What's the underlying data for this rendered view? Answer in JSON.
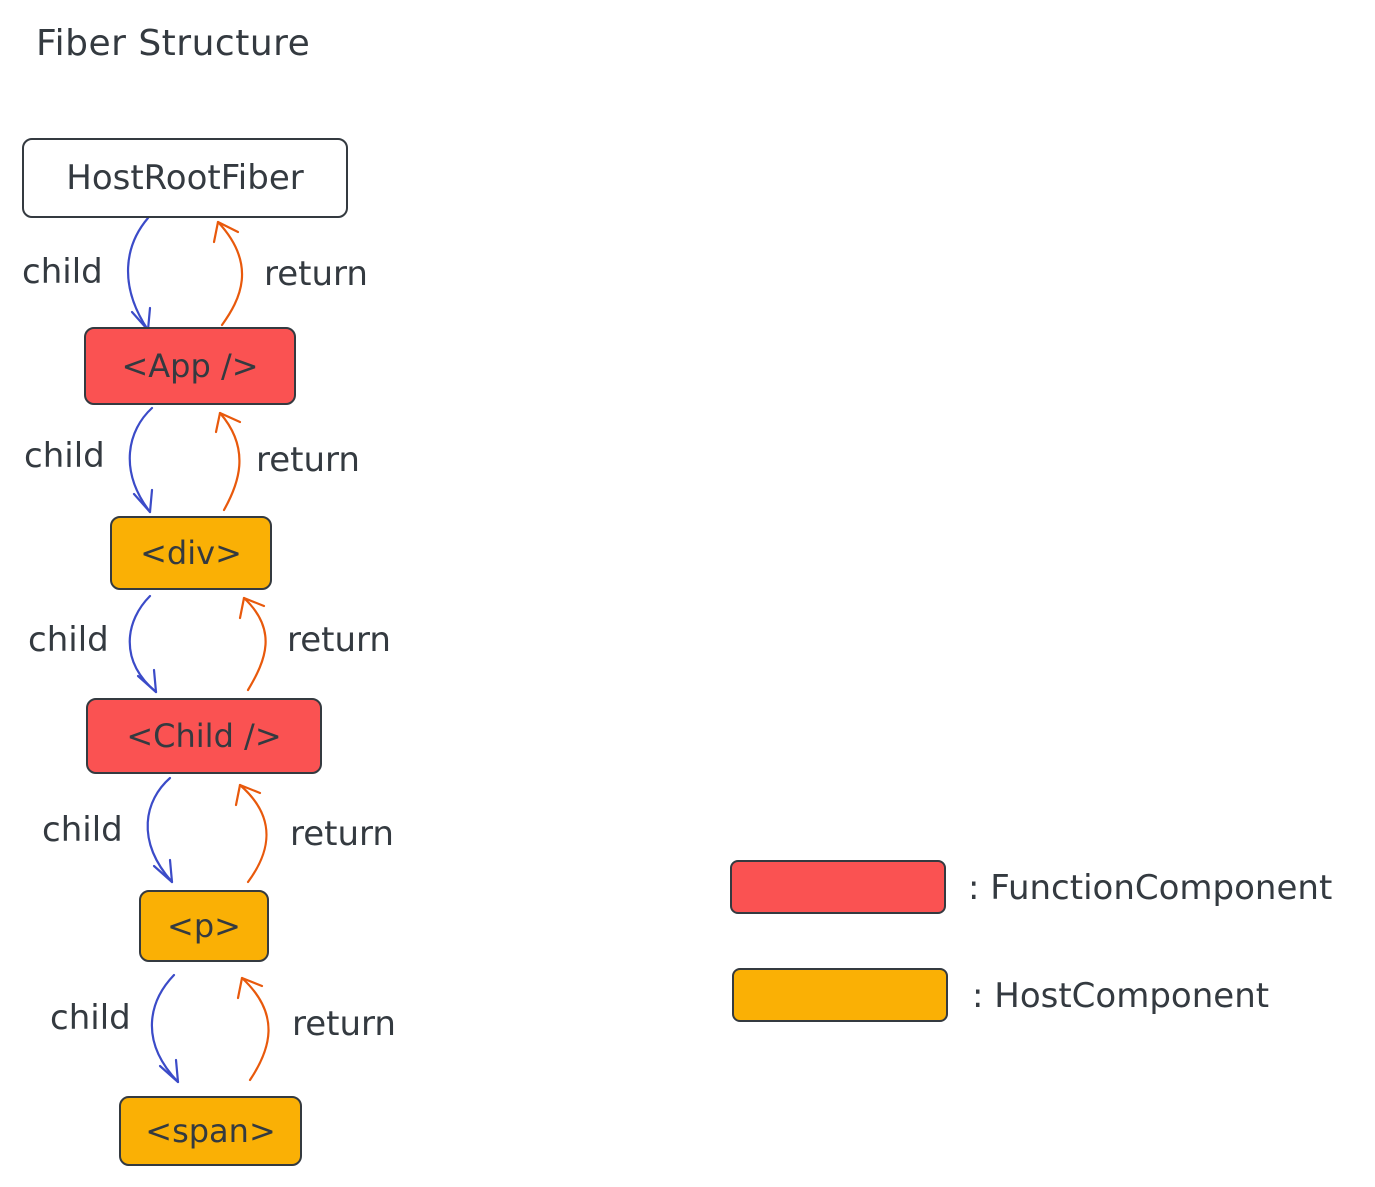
{
  "title": "Fiber Structure",
  "colors": {
    "function_component": "#fa5252",
    "host_component": "#fab005",
    "child_arrow": "#3b4bc8",
    "return_arrow": "#e8590c",
    "stroke": "#343a40"
  },
  "nodes": [
    {
      "label": "HostRootFiber",
      "kind": "root"
    },
    {
      "label": "<App />",
      "kind": "function"
    },
    {
      "label": "<div>",
      "kind": "host"
    },
    {
      "label": "<Child />",
      "kind": "function"
    },
    {
      "label": "<p>",
      "kind": "host"
    },
    {
      "label": "<span>",
      "kind": "host"
    }
  ],
  "edges": [
    {
      "child_label": "child",
      "return_label": "return"
    },
    {
      "child_label": "child",
      "return_label": "return"
    },
    {
      "child_label": "child",
      "return_label": "return"
    },
    {
      "child_label": "child",
      "return_label": "return"
    },
    {
      "child_label": "child",
      "return_label": "return"
    }
  ],
  "legend": [
    {
      "label": ": FunctionComponent",
      "kind": "function"
    },
    {
      "label": ": HostComponent",
      "kind": "host"
    }
  ]
}
